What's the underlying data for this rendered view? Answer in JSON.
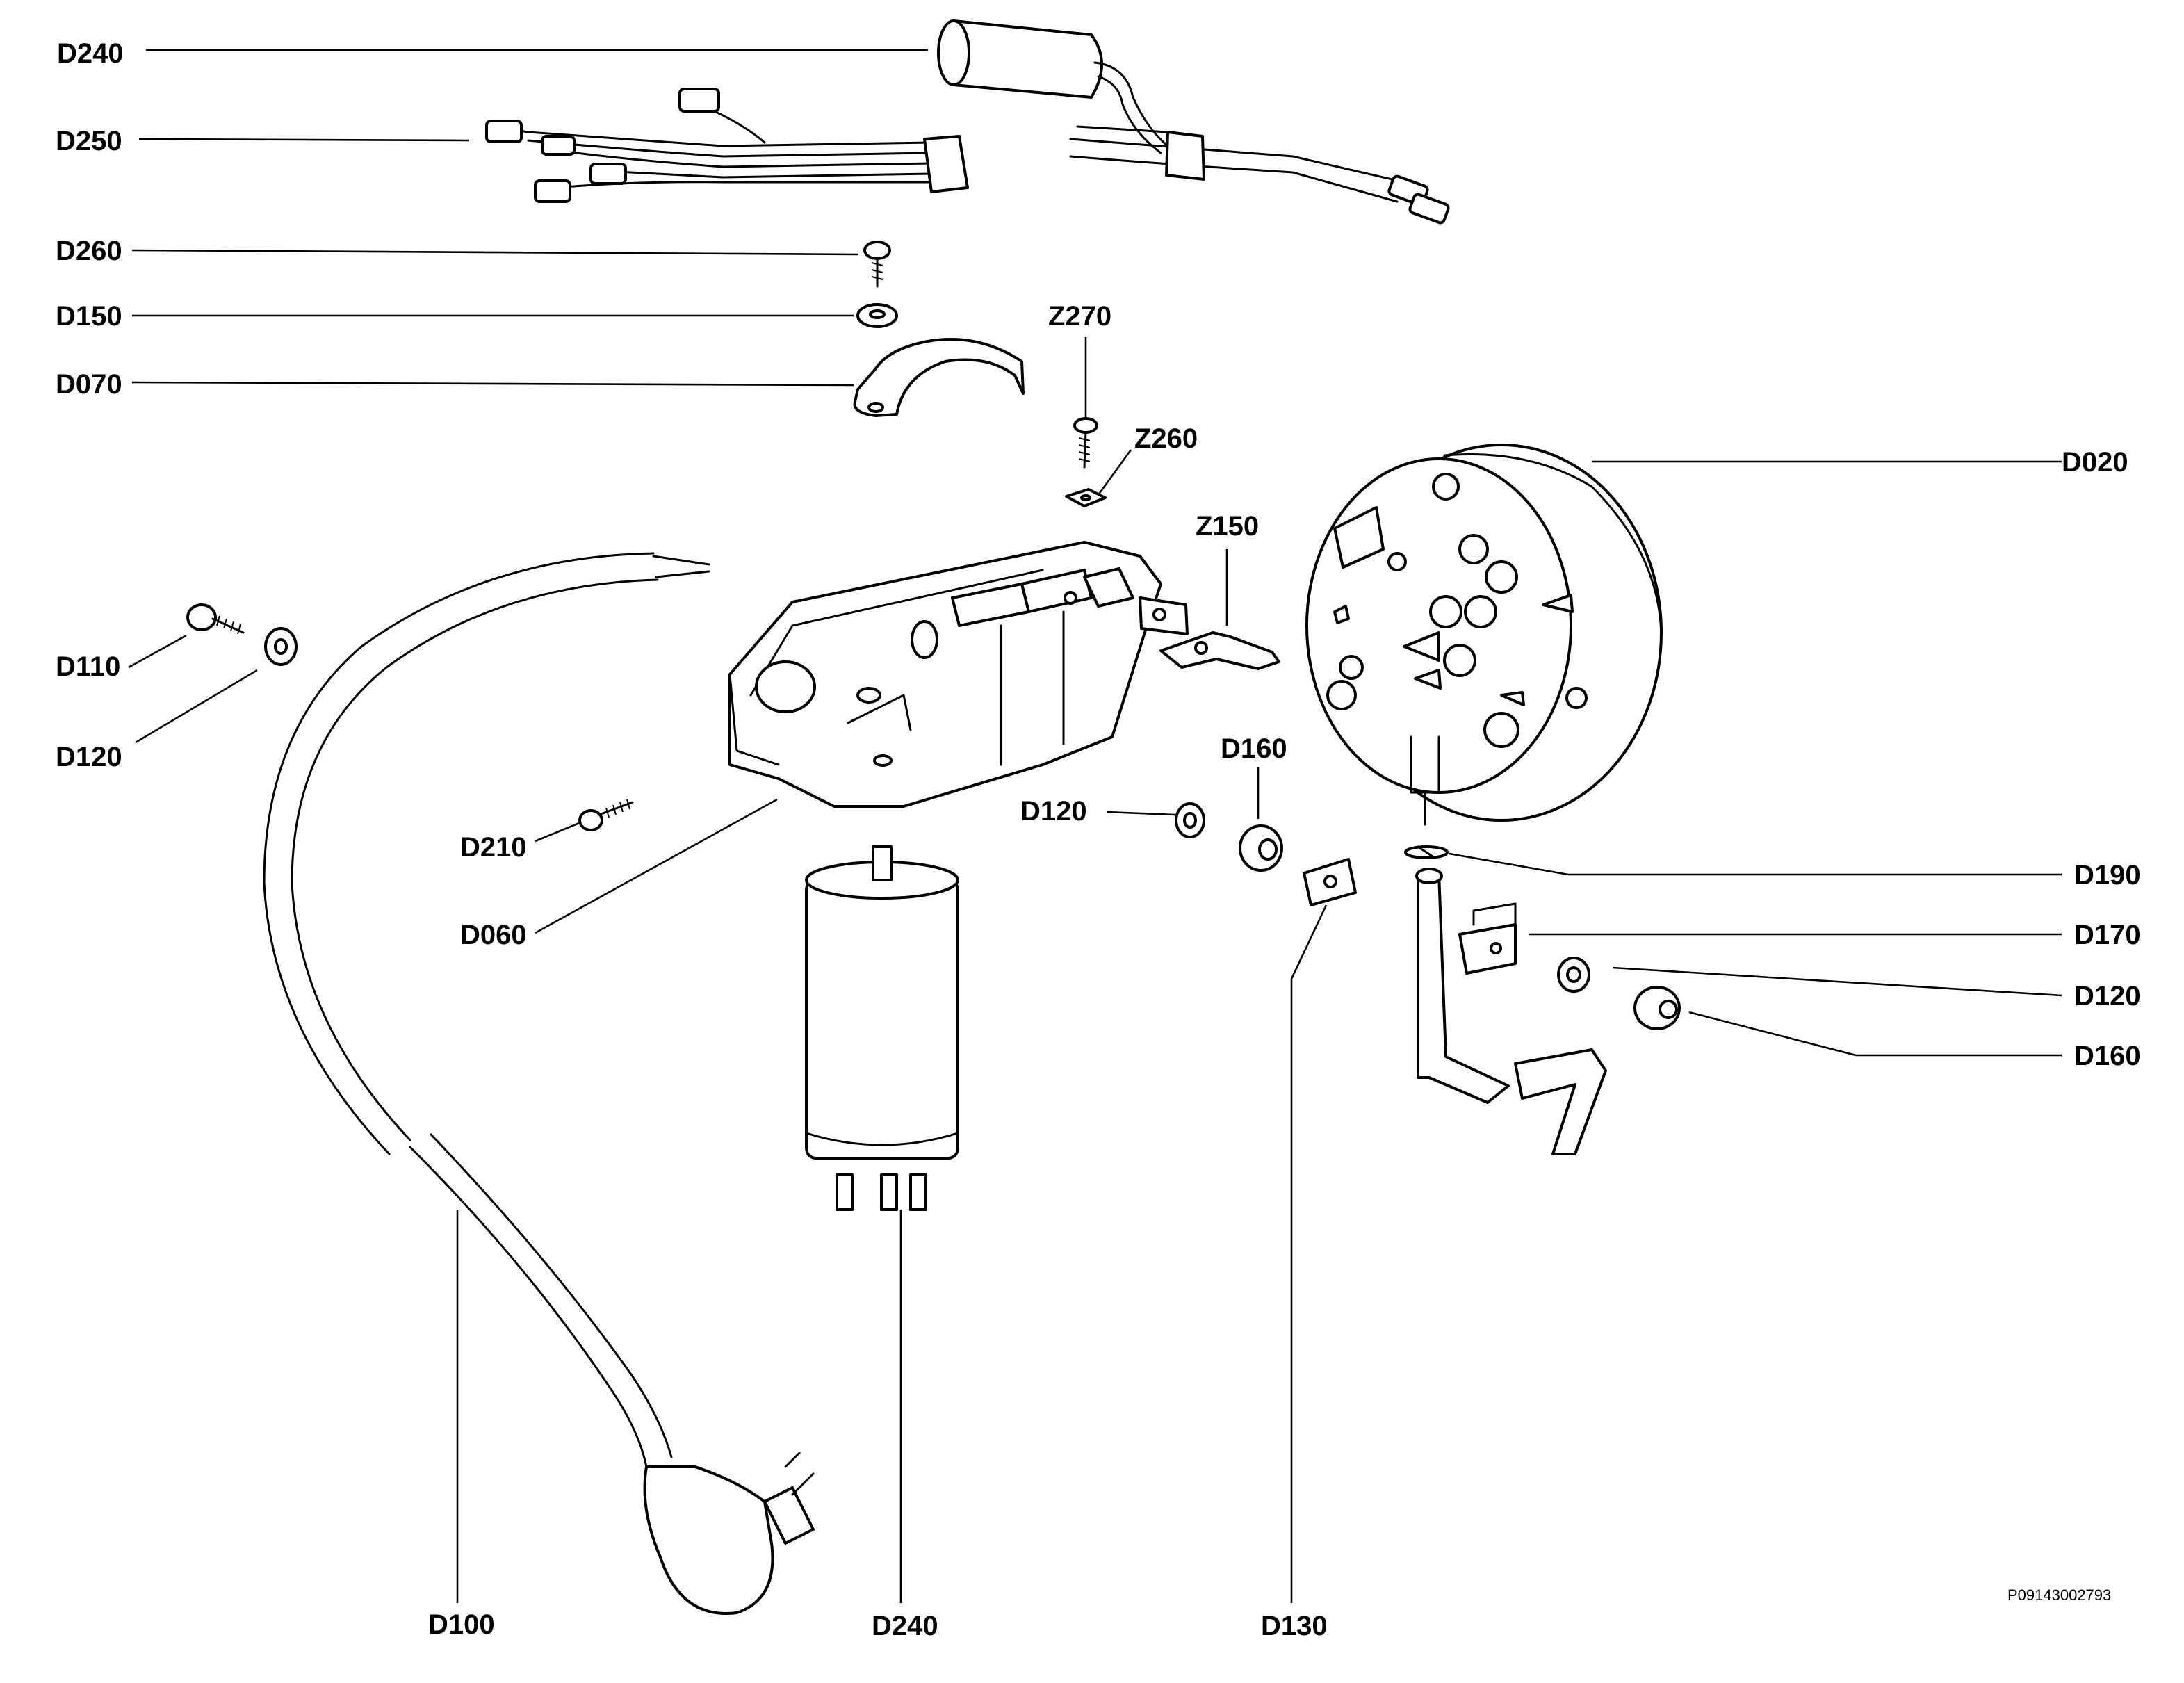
{
  "labels": {
    "d240_top": "D240",
    "d250": "D250",
    "d260": "D260",
    "d150": "D150",
    "d070": "D070",
    "z270": "Z270",
    "z260": "Z260",
    "z150": "Z150",
    "d020": "D020",
    "d110": "D110",
    "d120_left": "D120",
    "d210": "D210",
    "d060": "D060",
    "d160_mid": "D160",
    "d120_mid": "D120",
    "d190": "D190",
    "d170": "D170",
    "d120_right": "D120",
    "d160_right": "D160",
    "d100": "D100",
    "d240_bottom": "D240",
    "d130": "D130"
  },
  "drawing_code": "P09143002793",
  "colors": {
    "ink": "#000000",
    "paper": "#ffffff"
  }
}
